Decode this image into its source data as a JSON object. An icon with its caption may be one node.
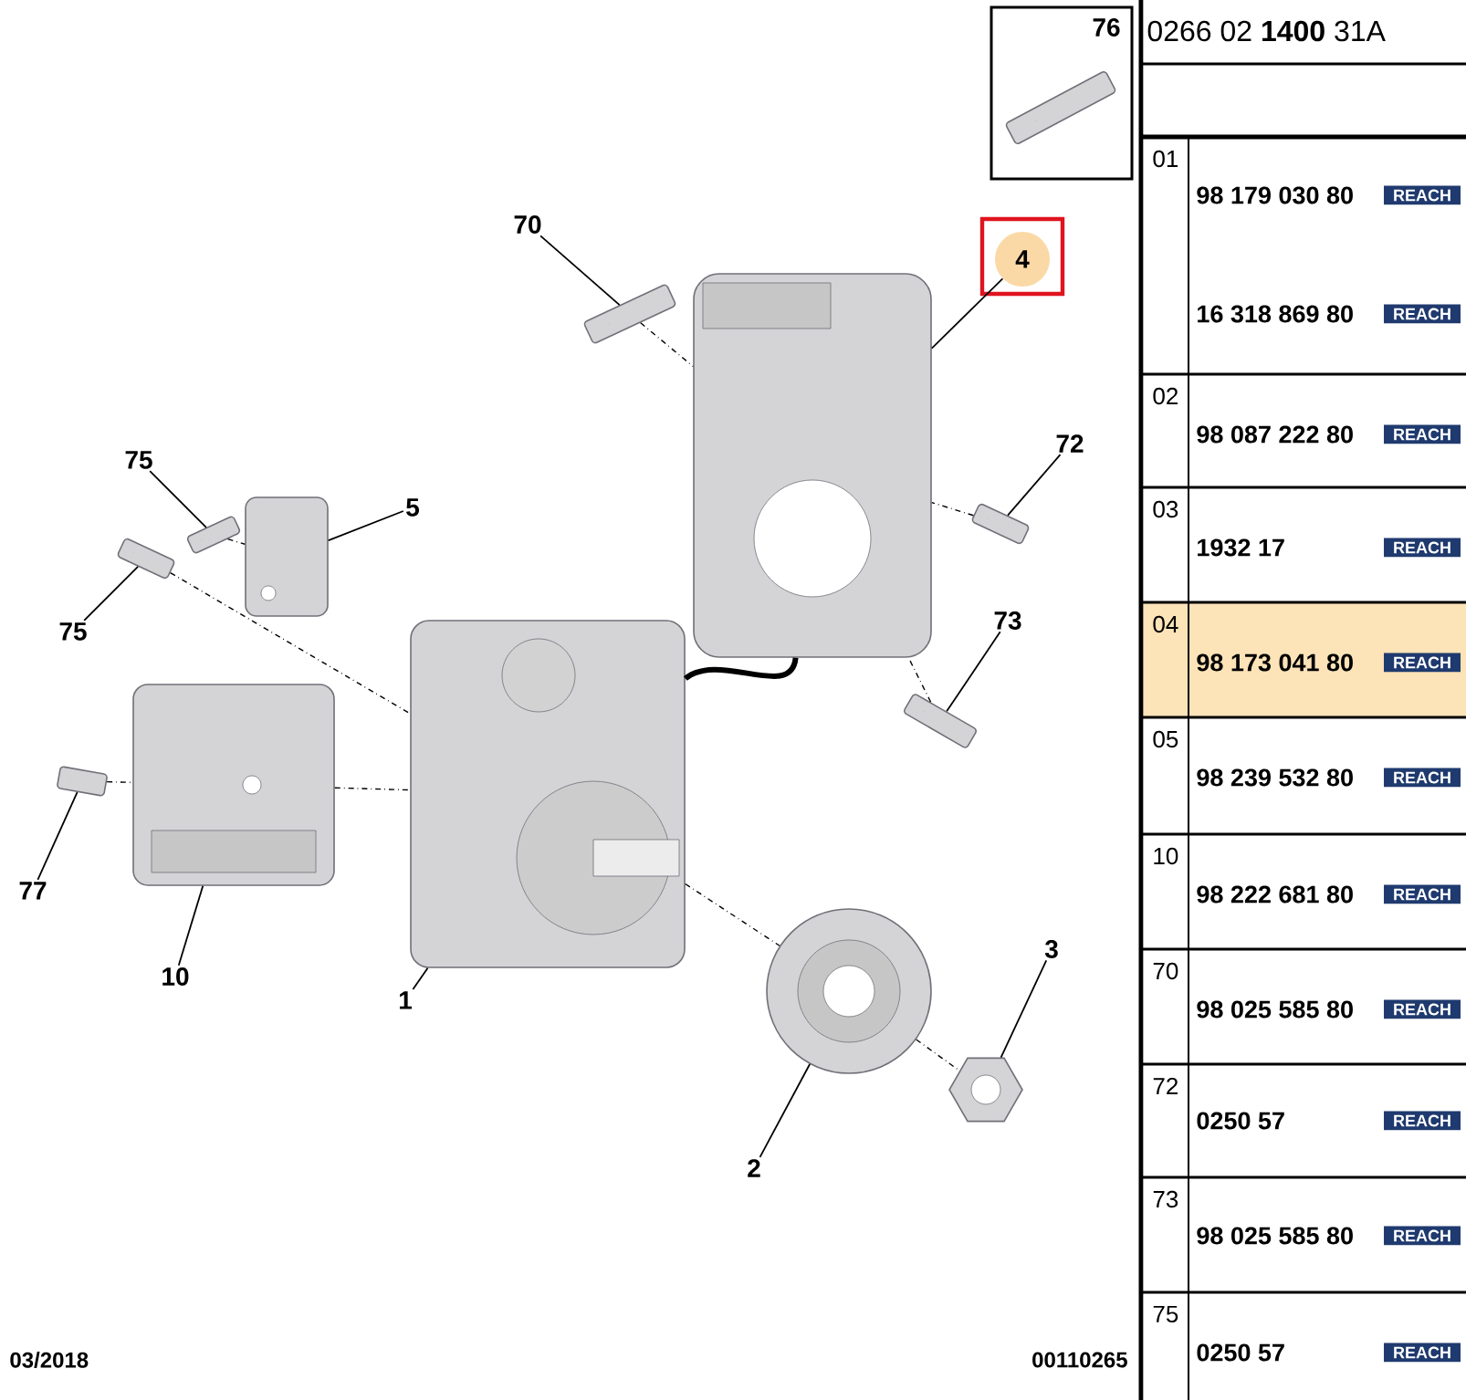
{
  "diagram": {
    "nodes": [
      {
        "text": [
          "76"
        ]
      },
      {
        "text": [],
        "shape": "picture",
        "in": 0
      },
      {
        "text": [
          "70"
        ]
      },
      {
        "text": [
          "4"
        ]
      },
      {
        "text": [],
        "shape": "picture"
      },
      {
        "text": [],
        "shape": "picture"
      },
      {
        "text": [
          "72"
        ]
      },
      {
        "text": [],
        "shape": "picture"
      },
      {
        "text": [
          "75"
        ]
      },
      {
        "text": [
          "5"
        ]
      },
      {
        "text": [],
        "shape": "picture"
      },
      {
        "text": [],
        "shape": "picture"
      },
      {
        "text": [
          "75"
        ]
      },
      {
        "text": [],
        "shape": "picture"
      },
      {
        "text": [
          "73"
        ]
      },
      {
        "text": [],
        "shape": "picture"
      },
      {
        "text": [],
        "shape": "picture"
      },
      {
        "text": [],
        "shape": "picture"
      },
      {
        "text": [
          "77"
        ]
      },
      {
        "text": [],
        "shape": "picture"
      },
      {
        "text": [
          "10"
        ]
      },
      {
        "text": [
          "1"
        ]
      },
      {
        "text": [
          "3"
        ]
      },
      {
        "text": [],
        "shape": "picture"
      },
      {
        "text": [],
        "shape": "picture"
      },
      {
        "text": [
          "2"
        ]
      }
    ],
    "edges": [
      {
        "from": 2,
        "to": 4,
        "arrow": "none"
      },
      {
        "from": 3,
        "to": 5,
        "arrow": "none"
      },
      {
        "from": 6,
        "to": 7,
        "arrow": "none"
      },
      {
        "from": 8,
        "to": 10,
        "arrow": "none"
      },
      {
        "from": 9,
        "to": 11,
        "arrow": "none"
      },
      {
        "from": 12,
        "to": 13,
        "arrow": "none"
      },
      {
        "from": 14,
        "to": 15,
        "arrow": "none"
      },
      {
        "from": 18,
        "to": 19,
        "arrow": "none"
      },
      {
        "from": 20,
        "to": 16,
        "arrow": "none"
      },
      {
        "from": 21,
        "to": 17,
        "arrow": "none"
      },
      {
        "from": 22,
        "to": 23,
        "arrow": "none"
      },
      {
        "from": 25,
        "to": 24,
        "arrow": "none"
      },
      {
        "from": 10,
        "to": 11,
        "arrow": "none",
        "style": "dashed"
      },
      {
        "from": 13,
        "to": 17,
        "arrow": "none",
        "style": "dashed"
      },
      {
        "from": 19,
        "to": 16,
        "arrow": "none",
        "style": "dashed"
      },
      {
        "from": 16,
        "to": 17,
        "arrow": "none",
        "style": "dashed"
      },
      {
        "from": 4,
        "to": 5,
        "arrow": "none",
        "style": "dashed"
      },
      {
        "from": 7,
        "to": 5,
        "arrow": "none",
        "style": "dashed"
      },
      {
        "from": 15,
        "to": 5,
        "arrow": "none",
        "style": "dashed"
      },
      {
        "from": 17,
        "to": 24,
        "arrow": "none",
        "style": "dashed"
      },
      {
        "from": 24,
        "to": 23,
        "arrow": "none",
        "style": "dashed"
      },
      {
        "from": 17,
        "to": 5,
        "arrow": "none",
        "style": "thick"
      }
    ],
    "labels": [
      "0266 02 **1400** 31A",
      "01",
      "98 179 030 80",
      "REACH",
      "16 318 869 80",
      "REACH",
      "02",
      "98 087 222 80",
      "REACH",
      "03",
      "1932 17",
      "REACH",
      "04",
      "98 173 041 80",
      "REACH",
      "05",
      "98 239 532 80",
      "REACH",
      "10",
      "98 222 681 80",
      "REACH",
      "70",
      "98 025 585 80",
      "REACH",
      "72",
      "0250 57",
      "REACH",
      "73",
      "98 025 585 80",
      "REACH",
      "75",
      "0250 57",
      "REACH",
      "03/2018",
      "00110265"
    ]
  }
}
